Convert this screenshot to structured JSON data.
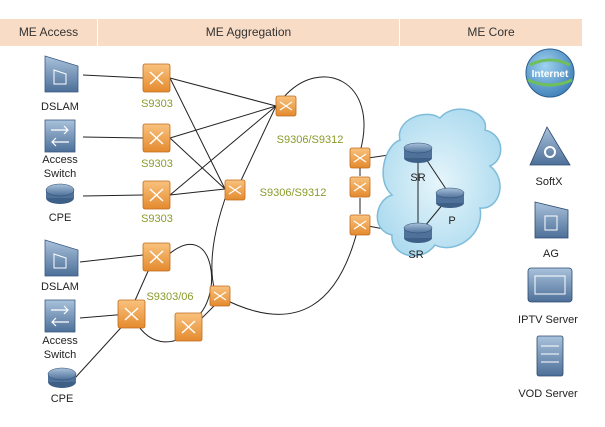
{
  "header": {
    "access": "ME Access",
    "aggregation": "ME Aggregation",
    "core": "ME Core"
  },
  "access_devices": {
    "dslam_top": "DSLAM",
    "switch_top_line1": "Access",
    "switch_top_line2": "Switch",
    "cpe_top": "CPE",
    "dslam_bottom": "DSLAM",
    "switch_bottom_line1": "Access",
    "switch_bottom_line2": "Switch",
    "cpe_bottom": "CPE"
  },
  "aggregation_labels": {
    "s9303_a": "S9303",
    "s9303_b": "S9303",
    "s9303_c": "S9303",
    "s9306_top": "S9306/S9312",
    "s9306_mid": "S9306/S9312",
    "s9303_06": "S9303/06"
  },
  "core_labels": {
    "sr_top": "SR",
    "p": "P",
    "sr_bottom": "SR"
  },
  "services": {
    "internet": "Internet",
    "softx": "SoftX",
    "ag": "AG",
    "iptv": "IPTV Server",
    "vod": "VOD Server"
  },
  "colors": {
    "header_band": "#f8dcc6",
    "switch_orange": "#f2a654",
    "label_green": "#8a9a2a",
    "cloud_blue": "#bfe3f2",
    "device_blue": "#5a7fa8"
  }
}
